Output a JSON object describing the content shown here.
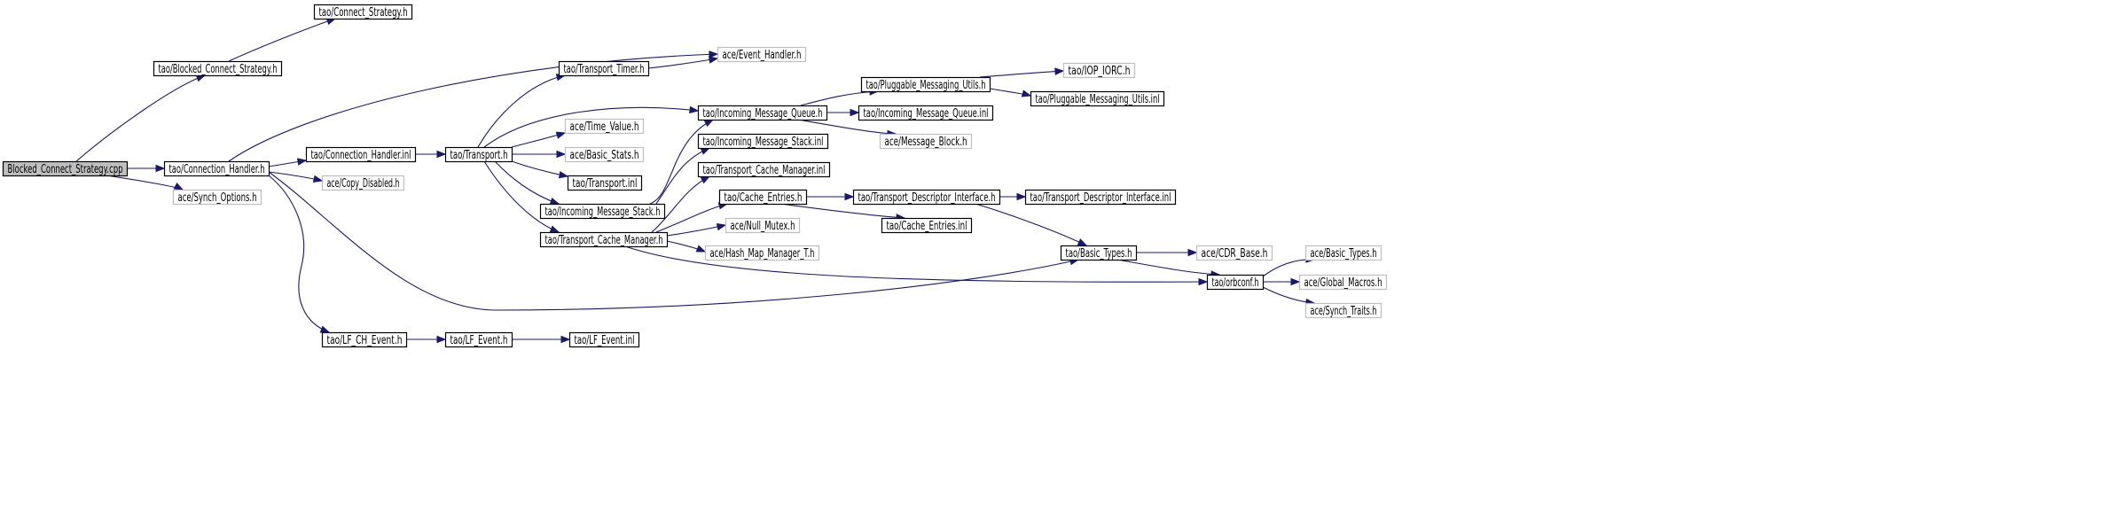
{
  "colors": {
    "edge": "#191970",
    "root_fill": "#bfbfbf",
    "linked_border": "#000000",
    "external_border": "#bfbfbf",
    "node_fill": "#ffffff",
    "text": "#000000"
  },
  "graph": {
    "nodes": [
      {
        "id": "n0",
        "label": "Blocked_Connect_Strategy.cpp",
        "kind": "root"
      },
      {
        "id": "n1",
        "label": "tao/Blocked_Connect_Strategy.h",
        "kind": "linked"
      },
      {
        "id": "n2",
        "label": "tao/Connect_Strategy.h",
        "kind": "linked"
      },
      {
        "id": "n3",
        "label": "ace/Event_Handler.h",
        "kind": "external"
      },
      {
        "id": "n4",
        "label": "tao/Connection_Handler.h",
        "kind": "linked"
      },
      {
        "id": "n5",
        "label": "ace/Synch_Options.h",
        "kind": "external"
      },
      {
        "id": "n6",
        "label": "tao/Connection_Handler.inl",
        "kind": "linked"
      },
      {
        "id": "n7",
        "label": "ace/Copy_Disabled.h",
        "kind": "external"
      },
      {
        "id": "n8",
        "label": "tao/Transport.h",
        "kind": "linked"
      },
      {
        "id": "n9",
        "label": "tao/Transport_Timer.h",
        "kind": "linked"
      },
      {
        "id": "n10",
        "label": "ace/Time_Value.h",
        "kind": "external"
      },
      {
        "id": "n11",
        "label": "ace/Basic_Stats.h",
        "kind": "external"
      },
      {
        "id": "n12",
        "label": "tao/Transport.inl",
        "kind": "linked"
      },
      {
        "id": "n13",
        "label": "tao/Incoming_Message_Stack.h",
        "kind": "linked"
      },
      {
        "id": "n14",
        "label": "tao/Transport_Cache_Manager.h",
        "kind": "linked"
      },
      {
        "id": "n15",
        "label": "tao/Incoming_Message_Queue.h",
        "kind": "linked"
      },
      {
        "id": "n16",
        "label": "tao/Incoming_Message_Stack.inl",
        "kind": "linked"
      },
      {
        "id": "n17",
        "label": "tao/Transport_Cache_Manager.inl",
        "kind": "linked"
      },
      {
        "id": "n18",
        "label": "tao/Cache_Entries.h",
        "kind": "linked"
      },
      {
        "id": "n19",
        "label": "ace/Null_Mutex.h",
        "kind": "external"
      },
      {
        "id": "n20",
        "label": "ace/Hash_Map_Manager_T.h",
        "kind": "external"
      },
      {
        "id": "n21",
        "label": "tao/Pluggable_Messaging_Utils.h",
        "kind": "linked"
      },
      {
        "id": "n22",
        "label": "tao/Incoming_Message_Queue.inl",
        "kind": "linked"
      },
      {
        "id": "n23",
        "label": "ace/Message_Block.h",
        "kind": "external"
      },
      {
        "id": "n24",
        "label": "tao/IOP_IORC.h",
        "kind": "external"
      },
      {
        "id": "n25",
        "label": "tao/Pluggable_Messaging_Utils.inl",
        "kind": "linked"
      },
      {
        "id": "n26",
        "label": "tao/Transport_Descriptor_Interface.h",
        "kind": "linked"
      },
      {
        "id": "n27",
        "label": "tao/Transport_Descriptor_Interface.inl",
        "kind": "linked"
      },
      {
        "id": "n28",
        "label": "tao/Cache_Entries.inl",
        "kind": "linked"
      },
      {
        "id": "n29",
        "label": "tao/Basic_Types.h",
        "kind": "linked"
      },
      {
        "id": "n30",
        "label": "ace/CDR_Base.h",
        "kind": "external"
      },
      {
        "id": "n31",
        "label": "tao/orbconf.h",
        "kind": "linked"
      },
      {
        "id": "n32",
        "label": "ace/Basic_Types.h",
        "kind": "external"
      },
      {
        "id": "n33",
        "label": "ace/Global_Macros.h",
        "kind": "external"
      },
      {
        "id": "n34",
        "label": "ace/Synch_Traits.h",
        "kind": "external"
      },
      {
        "id": "n35",
        "label": "tao/LF_CH_Event.h",
        "kind": "linked"
      },
      {
        "id": "n36",
        "label": "tao/LF_Event.h",
        "kind": "linked"
      },
      {
        "id": "n37",
        "label": "tao/LF_Event.inl",
        "kind": "linked"
      }
    ],
    "edges": [
      {
        "from": "n0",
        "to": "n1"
      },
      {
        "from": "n0",
        "to": "n4"
      },
      {
        "from": "n0",
        "to": "n5"
      },
      {
        "from": "n1",
        "to": "n2"
      },
      {
        "from": "n4",
        "to": "n3"
      },
      {
        "from": "n4",
        "to": "n6"
      },
      {
        "from": "n4",
        "to": "n7"
      },
      {
        "from": "n4",
        "to": "n29"
      },
      {
        "from": "n4",
        "to": "n35"
      },
      {
        "from": "n6",
        "to": "n8"
      },
      {
        "from": "n8",
        "to": "n9"
      },
      {
        "from": "n8",
        "to": "n15"
      },
      {
        "from": "n8",
        "to": "n10"
      },
      {
        "from": "n8",
        "to": "n11"
      },
      {
        "from": "n8",
        "to": "n12"
      },
      {
        "from": "n8",
        "to": "n13"
      },
      {
        "from": "n8",
        "to": "n14"
      },
      {
        "from": "n9",
        "to": "n3"
      },
      {
        "from": "n13",
        "to": "n15"
      },
      {
        "from": "n13",
        "to": "n16"
      },
      {
        "from": "n14",
        "to": "n17"
      },
      {
        "from": "n14",
        "to": "n18"
      },
      {
        "from": "n14",
        "to": "n19"
      },
      {
        "from": "n14",
        "to": "n20"
      },
      {
        "from": "n14",
        "to": "n31"
      },
      {
        "from": "n15",
        "to": "n21"
      },
      {
        "from": "n15",
        "to": "n22"
      },
      {
        "from": "n15",
        "to": "n23"
      },
      {
        "from": "n21",
        "to": "n24"
      },
      {
        "from": "n21",
        "to": "n25"
      },
      {
        "from": "n18",
        "to": "n26"
      },
      {
        "from": "n18",
        "to": "n28"
      },
      {
        "from": "n26",
        "to": "n27"
      },
      {
        "from": "n26",
        "to": "n29"
      },
      {
        "from": "n29",
        "to": "n30"
      },
      {
        "from": "n29",
        "to": "n31"
      },
      {
        "from": "n31",
        "to": "n32"
      },
      {
        "from": "n31",
        "to": "n33"
      },
      {
        "from": "n31",
        "to": "n34"
      },
      {
        "from": "n35",
        "to": "n36"
      },
      {
        "from": "n36",
        "to": "n37"
      }
    ]
  }
}
